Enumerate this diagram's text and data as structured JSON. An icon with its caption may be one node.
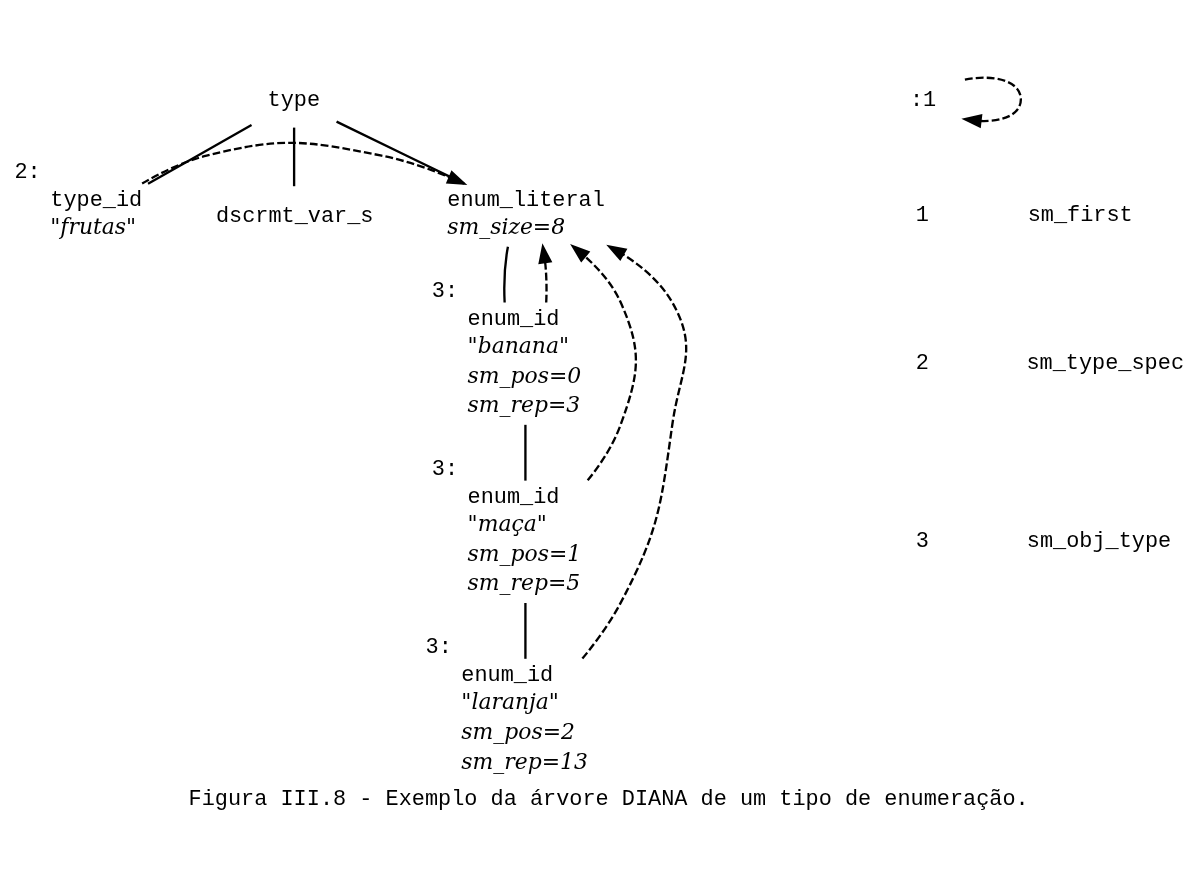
{
  "diagram": {
    "caption": "Figura III.8 - Exemplo da árvore DIANA de um tipo de enumeração.",
    "nodes": [
      {
        "text": [
          "type"
        ]
      },
      {
        "text": [
          ":1"
        ]
      },
      {
        "text": [
          "type_id",
          "\"frutas\""
        ],
        "beside": [
          "2:"
        ]
      },
      {
        "text": [
          "dscrmt_var_s"
        ]
      },
      {
        "text": [
          "enum_literal",
          "sm_size=8"
        ]
      },
      {
        "text": [
          "enum_id",
          "\"banana\"",
          "sm_pos=0",
          "sm_rep=3"
        ],
        "beside": [
          "3:"
        ]
      },
      {
        "text": [
          "enum_id",
          "\"maça\"",
          "sm_pos=1",
          "sm_rep=5"
        ],
        "beside": [
          "3:"
        ]
      },
      {
        "text": [
          "enum_id",
          "\"laranja\"",
          "sm_pos=2",
          "sm_rep=13"
        ],
        "beside": [
          "3:"
        ]
      }
    ],
    "edges": [
      {
        "from": 0,
        "to": 2,
        "arrow": "none"
      },
      {
        "from": 0,
        "to": 3,
        "arrow": "none"
      },
      {
        "from": 0,
        "to": 4,
        "arrow": "none"
      },
      {
        "from": 4,
        "to": 5,
        "arrow": "none"
      },
      {
        "from": 5,
        "to": 6,
        "arrow": "none"
      },
      {
        "from": 6,
        "to": 7,
        "arrow": "none"
      },
      {
        "from": 1,
        "to": 1,
        "arrow": "to",
        "style": "dashed"
      },
      {
        "from": 2,
        "to": 4,
        "arrow": "to",
        "style": "dashed"
      },
      {
        "from": 5,
        "to": 4,
        "arrow": "to",
        "style": "dashed"
      },
      {
        "from": 6,
        "to": 4,
        "arrow": "to",
        "style": "dashed"
      },
      {
        "from": 7,
        "to": 4,
        "arrow": "to",
        "style": "dashed"
      }
    ],
    "labels": [
      "1",
      "sm_first",
      "2",
      "sm_type_spec",
      "3",
      "sm_obj_type"
    ]
  }
}
